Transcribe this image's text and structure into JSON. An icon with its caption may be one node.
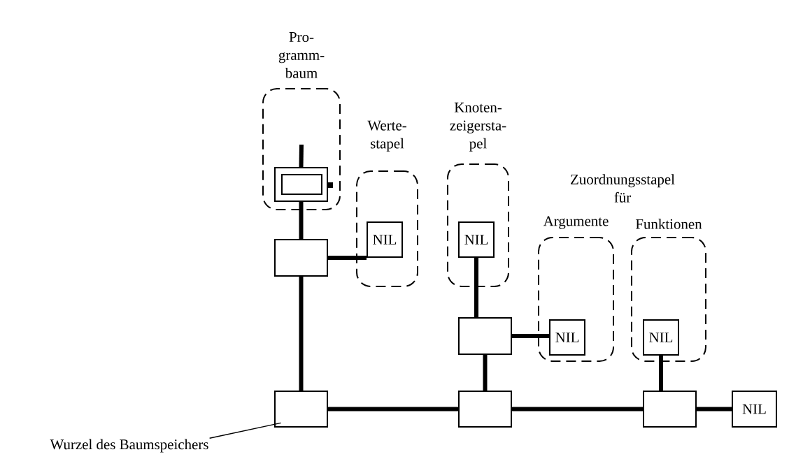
{
  "diagram": {
    "nodes": [
      {
        "text": [
          "Pro- gramm- baum"
        ]
      },
      {
        "text": [],
        "shape": "box",
        "in": 0
      },
      {
        "text": [
          "Werte- stapel"
        ]
      },
      {
        "text": [
          "NIL"
        ],
        "in": 2
      },
      {
        "text": [
          "Knoten- zeigersta- pel"
        ]
      },
      {
        "text": [
          "NIL"
        ],
        "in": 4
      },
      {
        "text": [
          "Argumente"
        ]
      },
      {
        "text": [
          "NIL"
        ],
        "in": 6
      },
      {
        "text": [
          "Funktionen"
        ]
      },
      {
        "text": [
          "NIL"
        ],
        "in": 8
      },
      {
        "text": [],
        "shape": "box"
      },
      {
        "text": [],
        "shape": "box"
      },
      {
        "text": [],
        "shape": "box"
      },
      {
        "text": [],
        "shape": "box"
      },
      {
        "text": [],
        "shape": "box"
      },
      {
        "text": [
          "NIL"
        ]
      },
      {
        "text": [
          "Wurzel des Baumspeichers"
        ]
      }
    ],
    "edges": [
      {
        "from": null,
        "to": 1,
        "arrow": "none"
      },
      {
        "from": 1,
        "to": 10,
        "arrow": "none"
      },
      {
        "from": 10,
        "to": 3,
        "arrow": "none"
      },
      {
        "from": 10,
        "to": 12,
        "arrow": "none"
      },
      {
        "from": 12,
        "to": 13,
        "arrow": "none"
      },
      {
        "from": 13,
        "to": 11,
        "arrow": "none"
      },
      {
        "from": 11,
        "to": 5,
        "arrow": "none"
      },
      {
        "from": 11,
        "to": 7,
        "arrow": "none"
      },
      {
        "from": 13,
        "to": 14,
        "arrow": "none"
      },
      {
        "from": 14,
        "to": 9,
        "arrow": "none"
      },
      {
        "from": 14,
        "to": 15,
        "arrow": "none"
      },
      {
        "from": 16,
        "to": 12,
        "arrow": "none"
      }
    ],
    "labels": [
      "Zuordnungsstapel für"
    ]
  }
}
